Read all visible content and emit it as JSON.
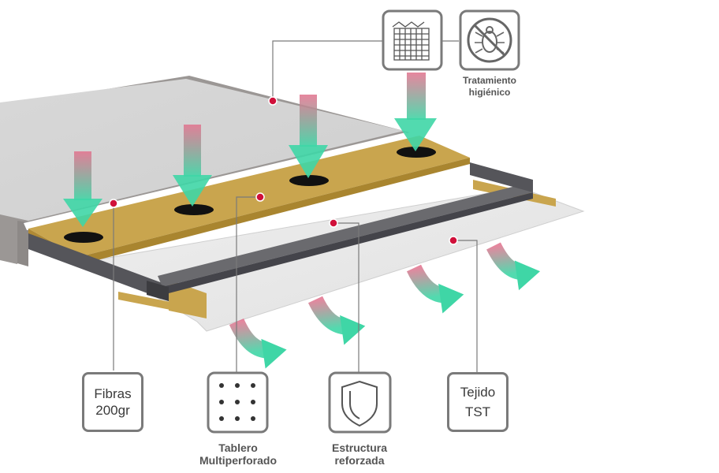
{
  "labels": {
    "fibras": {
      "line1": "Fibras",
      "line2": "200gr"
    },
    "tablero": {
      "line1": "Tablero",
      "line2": "Multiperforado"
    },
    "estructura": {
      "line1": "Estructura",
      "line2": "reforzada"
    },
    "tejido": {
      "line1": "Tejido",
      "line2": "TST"
    },
    "tratamiento": {
      "line1": "Tratamiento",
      "line2": "higiénico"
    }
  },
  "icons": {
    "fiber_mesh": "fiber-mesh-icon",
    "anti_bug": "anti-bug-icon",
    "perforated_board": "perforated-board-icon",
    "shield": "shield-icon"
  },
  "colors": {
    "frame_border": "#7a7a7a",
    "board": "#c9a54e",
    "bar": "#5a5a5c",
    "dot": "#d0103a",
    "arrow_top": "#e06a88",
    "arrow_bottom": "#3fd6a6"
  }
}
